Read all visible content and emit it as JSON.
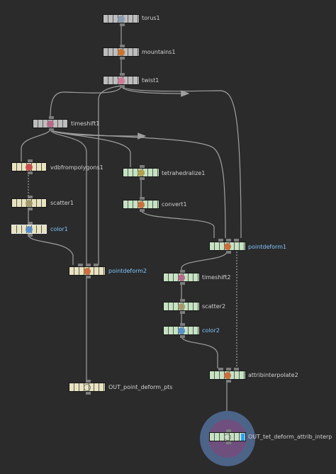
{
  "colors": {
    "background": "#2b2b2b",
    "wire": "#a0a0a0",
    "node_gray": "#bdbdbd",
    "node_tan": "#e8e3bf",
    "node_green": "#c5e2c1",
    "label": "#d2d2d2",
    "label_display": "#7fc6ff",
    "display_flag": "#29a3ff",
    "halo_outer": "#4d6489",
    "halo_inner": "#6f4f7e"
  },
  "nodes": [
    {
      "id": "torus1",
      "label": "torus1",
      "color": "gray",
      "icon": "torus-icon",
      "icon_color": "#8a9bb0"
    },
    {
      "id": "mountains1",
      "label": "mountains1",
      "color": "gray",
      "icon": "mountain-icon",
      "icon_color": "#c8742f"
    },
    {
      "id": "twist1",
      "label": "twist1",
      "color": "gray",
      "icon": "twist-icon",
      "icon_color": "#d07a9a"
    },
    {
      "id": "timeshift1",
      "label": "timeshift1",
      "color": "gray",
      "icon": "clock-icon",
      "icon_color": "#b56a8a"
    },
    {
      "id": "vdbfrompolygons1",
      "label": "vdbfrompolygons1",
      "color": "tan",
      "icon": "vdb-icon",
      "icon_color": "#c85050"
    },
    {
      "id": "scatter1",
      "label": "scatter1",
      "color": "tan",
      "icon": "scatter-icon",
      "icon_color": "#a39a6e"
    },
    {
      "id": "color1",
      "label": "color1",
      "color": "tan",
      "icon": "color-icon",
      "icon_color": "#5a8fc8",
      "flag": "template",
      "label_style": "display"
    },
    {
      "id": "tetrahedralize1",
      "label": "tetrahedralize1",
      "color": "green",
      "icon": "tetra-icon",
      "icon_color": "#b0a050"
    },
    {
      "id": "convert1",
      "label": "convert1",
      "color": "green",
      "icon": "convert-icon",
      "icon_color": "#c87040"
    },
    {
      "id": "pointdeform1",
      "label": "pointdeform1",
      "color": "green",
      "icon": "pointdeform-icon",
      "icon_color": "#c87040",
      "label_style": "display"
    },
    {
      "id": "pointdeform2",
      "label": "pointdeform2",
      "color": "tan",
      "icon": "pointdeform-icon",
      "icon_color": "#c87040",
      "label_style": "display"
    },
    {
      "id": "timeshift2",
      "label": "timeshift2",
      "color": "green",
      "icon": "clock-icon",
      "icon_color": "#b56a8a"
    },
    {
      "id": "scatter2",
      "label": "scatter2",
      "color": "green",
      "icon": "scatter-icon",
      "icon_color": "#a39a6e"
    },
    {
      "id": "color2",
      "label": "color2",
      "color": "green",
      "icon": "color-icon",
      "icon_color": "#5a8fc8",
      "label_style": "display"
    },
    {
      "id": "attribinterpolate2",
      "label": "attribinterpolate2",
      "color": "green",
      "icon": "attribinterp-icon",
      "icon_color": "#c87040"
    },
    {
      "id": "out_point_deform_pts",
      "label": "OUT_point_deform_pts",
      "color": "tan",
      "icon": "null-icon",
      "icon_color": "#e8e3bf"
    },
    {
      "id": "out_tet_deform_attrib_interp",
      "label": "OUT_tet_deform_attrib_interp",
      "color": "green",
      "icon": "null-icon",
      "icon_color": "#c5e2c1",
      "flag": "display"
    }
  ]
}
